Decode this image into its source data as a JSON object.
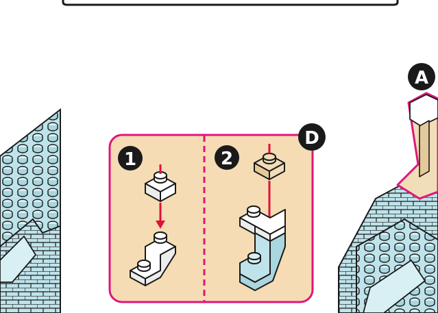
{
  "callout": {
    "badge": "D",
    "steps": [
      {
        "number": "1"
      },
      {
        "number": "2"
      }
    ]
  },
  "model": {
    "badge": "A"
  },
  "colors": {
    "panel_fill": "#f5dcb4",
    "panel_border": "#e0157a",
    "brick_light_blue": "#bfe3ea",
    "brick_white": "#ffffff",
    "brick_tan": "#f1ddb8",
    "arrow_red": "#e0103a",
    "outline": "#1a1a1a"
  }
}
